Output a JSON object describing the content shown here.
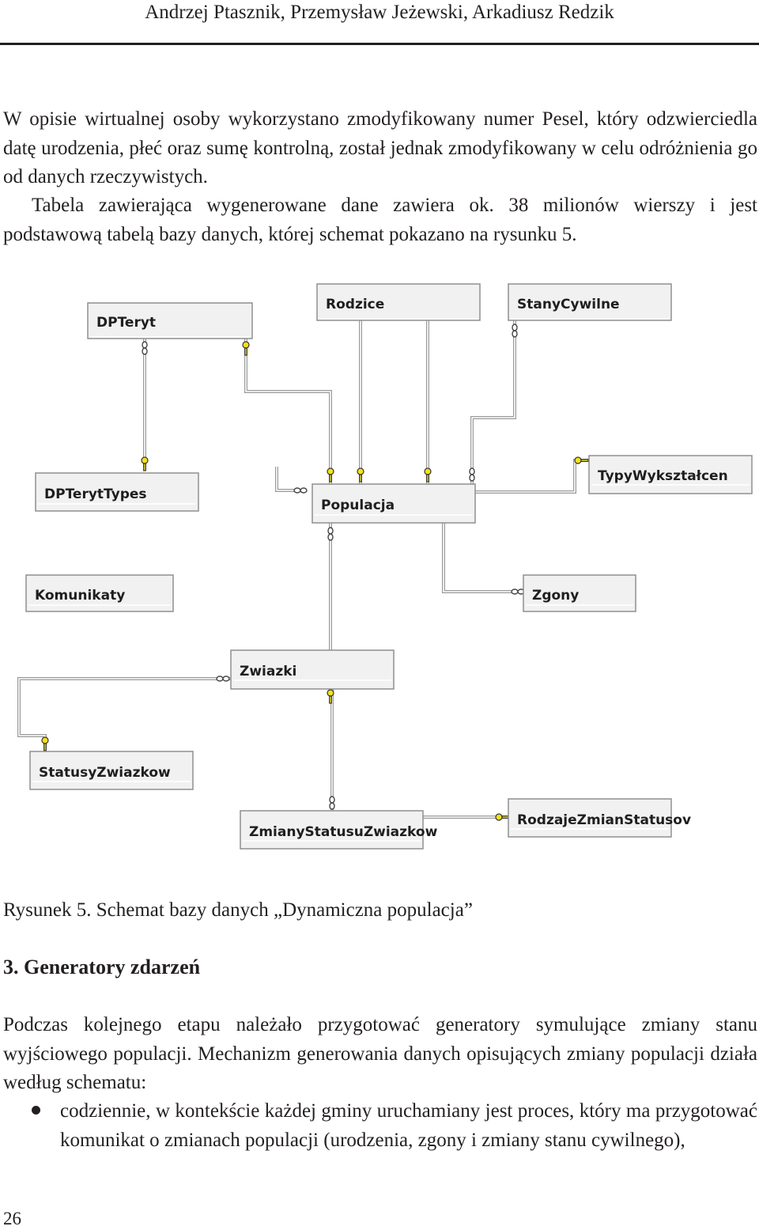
{
  "header": {
    "authors": "Andrzej Ptasznik, Przemysław Jeżewski, Arkadiusz Redzik"
  },
  "body": {
    "paragraph_1": "W opisie wirtualnej osoby wykorzystano zmodyfikowany numer Pesel, który odzwierciedla datę urodzenia, płeć oraz sumę kontrolną, został jednak zmodyfikowany w celu odróżnienia go od danych rzeczywistych.",
    "paragraph_2": "Tabela zawierająca wygenerowane dane zawiera ok. 38 milionów wierszy i jest podstawową tabelą bazy danych, której schemat pokazano na rysunku 5."
  },
  "diagram": {
    "tables": {
      "dpteryt": "DPTeryt",
      "rodzice": "Rodzice",
      "stanycywilne": "StanyCywilne",
      "dpterytypes": "DPTerytTypes",
      "populacja": "Populacja",
      "typywyksztalcen": "TypyWykształcen",
      "komunikaty": "Komunikaty",
      "zgony": "Zgony",
      "zwiazki": "Zwiazki",
      "statusyzwiazkow": "StatusyZwiazkow",
      "zmianystatusuzwiazkow": "ZmianyStatusuZwiazkow",
      "rodzajezmianstatusow": "RodzajeZmianStatusov"
    }
  },
  "caption": "Rysunek 5. Schemat bazy danych „Dynamiczna populacja”",
  "section": {
    "heading": "3.  Generatory zdarzeń"
  },
  "section_text": {
    "paragraph_1": "Podczas kolejnego etapu należało przygotować generatory symulujące zmiany stanu wyjściowego populacji. Mechanizm generowania danych opisujących zmiany populacji działa według schematu:",
    "bullet_1": "codziennie, w kontekście każdej gminy uruchamiany jest proces, który ma przygotować komunikat o zmianach populacji (urodzenia, zgony i zmiany stanu cywilnego),"
  },
  "footer": {
    "page_number": "26"
  }
}
